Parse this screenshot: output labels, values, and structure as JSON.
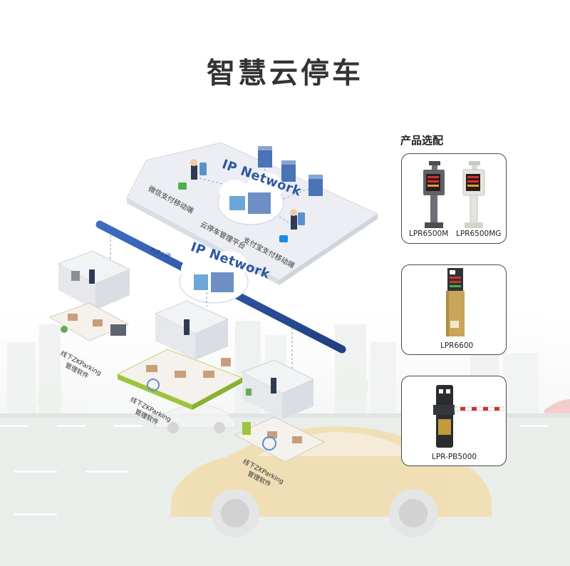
{
  "page": {
    "title": "智慧云停车"
  },
  "network": {
    "cloud_label_top": "IP Network",
    "cloud_label_bottom": "IP Network",
    "backbone_label": "TCP / IP",
    "platform_label": "云停车管理平台",
    "wechat_label": "微信支付移动端",
    "alipay_label": "支付宝支付移动端"
  },
  "sites": [
    {
      "label_line1": "线下ZKParking",
      "label_line2": "管理软件"
    },
    {
      "label_line1": "线下ZKParking",
      "label_line2": "管理软件"
    },
    {
      "label_line1": "线下ZKParking",
      "label_line2": "管理软件"
    }
  ],
  "product_selection": {
    "heading": "产品选配",
    "cards": [
      {
        "models": [
          "LPR6500M",
          "LPR6500MG"
        ]
      },
      {
        "models": [
          "LPR6600"
        ]
      },
      {
        "models": [
          "LPR-PB5000"
        ]
      }
    ]
  },
  "colors": {
    "accent_blue": "#2f57a3",
    "platform_gray": "#e9ebf0",
    "pole_red": "#d9302c"
  }
}
